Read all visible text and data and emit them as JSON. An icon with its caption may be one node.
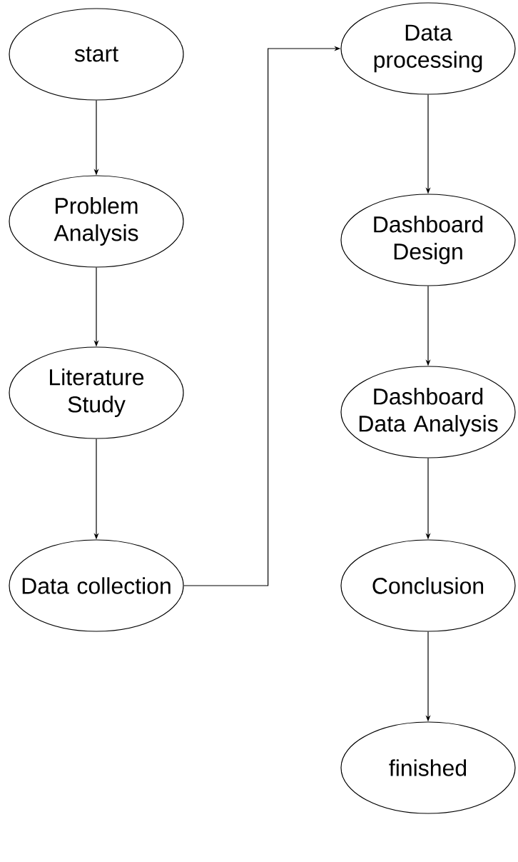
{
  "diagram": {
    "nodes": [
      {
        "text": [
          "start"
        ]
      },
      {
        "text": [
          "Problem Analysis"
        ]
      },
      {
        "text": [
          "Literature Study"
        ]
      },
      {
        "text": [
          "Data collection"
        ]
      },
      {
        "text": [
          "Data processing"
        ]
      },
      {
        "text": [
          "Dashboard Design"
        ]
      },
      {
        "text": [
          "Dashboard Data Analysis"
        ]
      },
      {
        "text": [
          "Conclusion"
        ]
      },
      {
        "text": [
          "finished"
        ]
      }
    ],
    "edges": [
      {
        "from": 0,
        "to": 1,
        "arrow": "to"
      },
      {
        "from": 1,
        "to": 2,
        "arrow": "to"
      },
      {
        "from": 2,
        "to": 3,
        "arrow": "to"
      },
      {
        "from": 3,
        "to": 4,
        "arrow": "to"
      },
      {
        "from": 4,
        "to": 5,
        "arrow": "to"
      },
      {
        "from": 5,
        "to": 6,
        "arrow": "to"
      },
      {
        "from": 6,
        "to": 7,
        "arrow": "to"
      },
      {
        "from": 7,
        "to": 8,
        "arrow": "to"
      }
    ]
  }
}
